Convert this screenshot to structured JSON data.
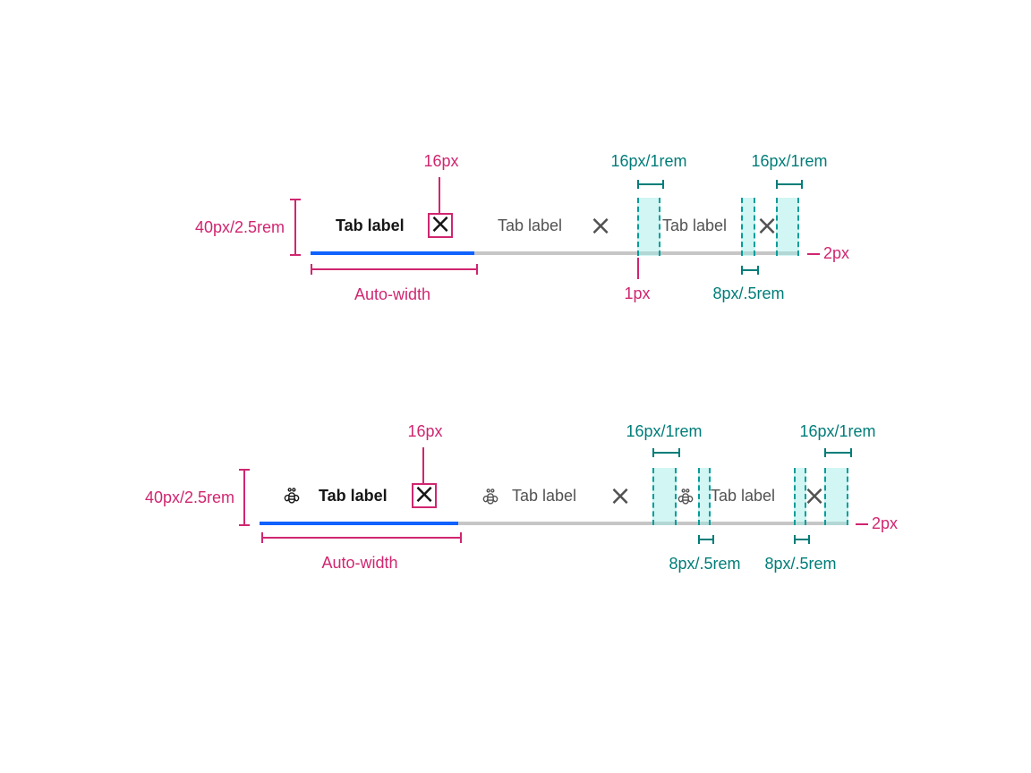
{
  "colors": {
    "pink": "#d02670",
    "teal": "#007d79",
    "blue": "#0f62fe",
    "track": "#c6c6c6",
    "ink": "#161616",
    "muted": "#525252",
    "strip_fill": "#9aebe573",
    "strip_border": "#009d9a"
  },
  "icons": {
    "close": "×",
    "bee": "bee-icon"
  },
  "diagrams": {
    "top": {
      "tabs": [
        {
          "label": "Tab label",
          "state": "selected"
        },
        {
          "label": "Tab label",
          "state": "unselected"
        },
        {
          "label": "Tab label",
          "state": "unselected"
        }
      ],
      "annotations": {
        "close_size": "16px",
        "height": "40px/2.5rem",
        "auto_width": "Auto-width",
        "divider": "1px",
        "underline": "2px",
        "outer_gap": "16px/1rem",
        "inner_gap": "8px/.5rem"
      }
    },
    "bottom": {
      "tabs": [
        {
          "label": "Tab label",
          "state": "selected"
        },
        {
          "label": "Tab label",
          "state": "unselected"
        },
        {
          "label": "Tab label",
          "state": "unselected"
        }
      ],
      "annotations": {
        "close_size": "16px",
        "height": "40px/2.5rem",
        "auto_width": "Auto-width",
        "underline": "2px",
        "outer_gap": "16px/1rem",
        "inner_gap": "8px/.5rem"
      }
    }
  }
}
